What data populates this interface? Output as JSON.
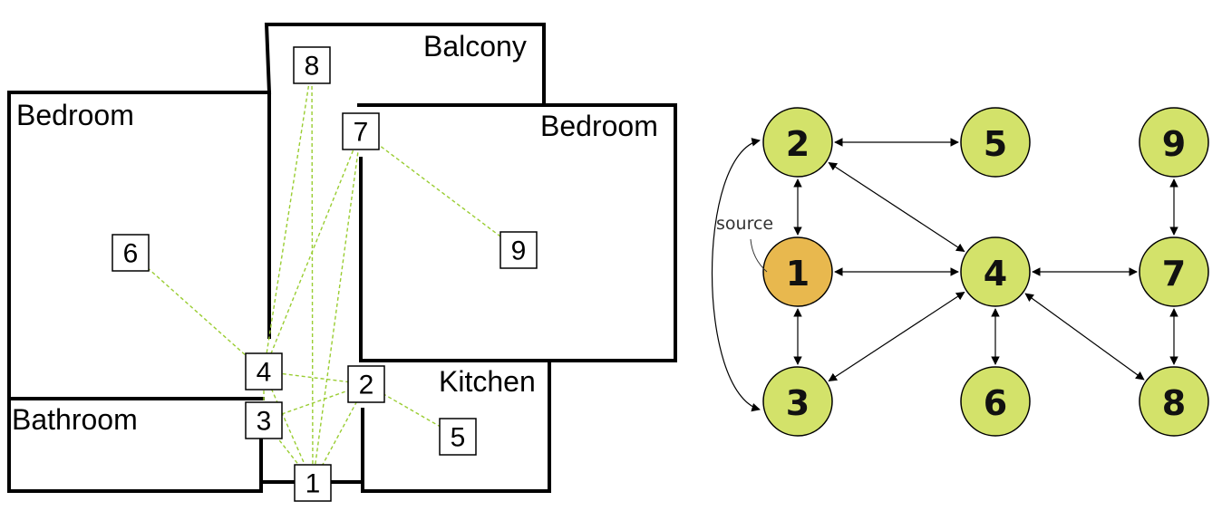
{
  "floorplan": {
    "rooms": {
      "bedroom_left": "Bedroom",
      "balcony": "Balcony",
      "bedroom_right": "Bedroom",
      "kitchen": "Kitchen",
      "bathroom": "Bathroom"
    },
    "markers": [
      "1",
      "2",
      "3",
      "4",
      "5",
      "6",
      "7",
      "8",
      "9"
    ],
    "connections": [
      [
        "4",
        "6"
      ],
      [
        "4",
        "8"
      ],
      [
        "4",
        "7"
      ],
      [
        "4",
        "2"
      ],
      [
        "4",
        "3"
      ],
      [
        "4",
        "1"
      ],
      [
        "3",
        "2"
      ],
      [
        "3",
        "1"
      ],
      [
        "1",
        "2"
      ],
      [
        "1",
        "8"
      ],
      [
        "1",
        "7"
      ],
      [
        "2",
        "5"
      ],
      [
        "7",
        "9"
      ]
    ]
  },
  "graph": {
    "source_label": "source",
    "source_node": "1",
    "nodes": [
      "1",
      "2",
      "3",
      "4",
      "5",
      "6",
      "7",
      "8",
      "9"
    ],
    "edges": [
      [
        "2",
        "5"
      ],
      [
        "2",
        "1"
      ],
      [
        "2",
        "4"
      ],
      [
        "1",
        "4"
      ],
      [
        "1",
        "3"
      ],
      [
        "3",
        "4"
      ],
      [
        "4",
        "6"
      ],
      [
        "4",
        "7"
      ],
      [
        "4",
        "8"
      ],
      [
        "9",
        "7"
      ],
      [
        "7",
        "8"
      ],
      [
        "2",
        "3"
      ]
    ],
    "colors": {
      "node": "#d3e26a",
      "source": "#e8b84e",
      "stroke": "#000000"
    }
  }
}
